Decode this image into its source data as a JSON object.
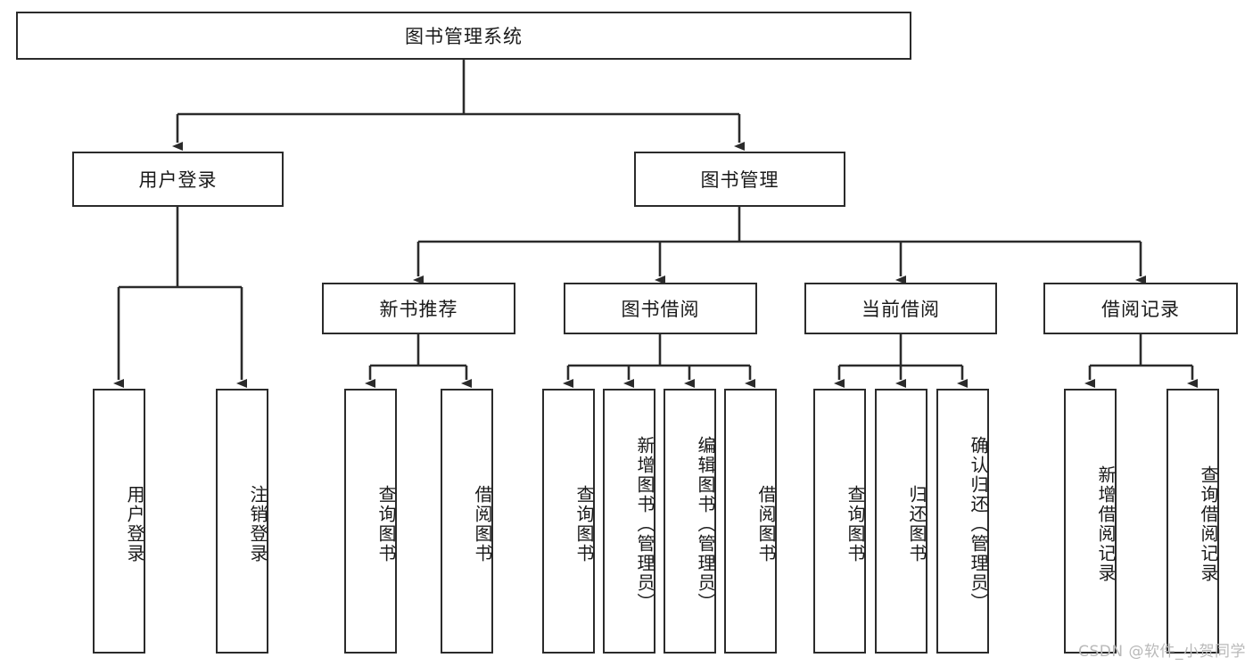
{
  "diagram": {
    "type": "tree-hierarchy-diagram",
    "title": "图书管理系统",
    "root": {
      "label": "图书管理系统"
    },
    "level2": [
      {
        "label": "用户登录"
      },
      {
        "label": "图书管理"
      }
    ],
    "level3": [
      {
        "label": "新书推荐"
      },
      {
        "label": "图书借阅"
      },
      {
        "label": "当前借阅"
      },
      {
        "label": "借阅记录"
      }
    ],
    "leaves": {
      "user_login": [
        {
          "label": "用户登录"
        },
        {
          "label": "注销登录"
        }
      ],
      "new_book_recommend": [
        {
          "label": "查询图书"
        },
        {
          "label": "借阅图书"
        }
      ],
      "book_borrow": [
        {
          "label": "查询图书"
        },
        {
          "label": "新增图书（管理员）"
        },
        {
          "label": "编辑图书（管理员）"
        },
        {
          "label": "借阅图书"
        }
      ],
      "current_borrow": [
        {
          "label": "查询图书"
        },
        {
          "label": "归还图书"
        },
        {
          "label": "确认归还（管理员）"
        }
      ],
      "borrow_record": [
        {
          "label": "新增借阅记录"
        },
        {
          "label": "查询借阅记录"
        }
      ]
    }
  },
  "watermark": {
    "text": "CSDN @软件_小贺同学"
  },
  "colors": {
    "stroke": "#2b2b2b",
    "background": "#ffffff",
    "text": "#1a1a1a",
    "watermark": "#b9b9b9"
  }
}
